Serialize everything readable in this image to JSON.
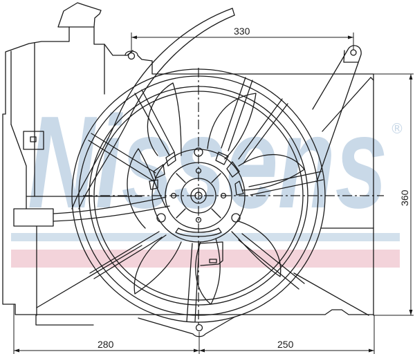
{
  "watermark": {
    "brand": "Nissens",
    "registered_mark": "®",
    "text_color": "#c9d9e8",
    "band_blue_color": "#d2e0ec",
    "band_red_color": "#f3d3da"
  },
  "drawing": {
    "subject": "radiator cooling fan assembly with shroud and expansion tank",
    "line_color": "#1a1a1a",
    "background": "#ffffff"
  },
  "dimensions": {
    "top_width": "330",
    "bottom_left": "280",
    "bottom_right": "250",
    "right_height": "360"
  }
}
